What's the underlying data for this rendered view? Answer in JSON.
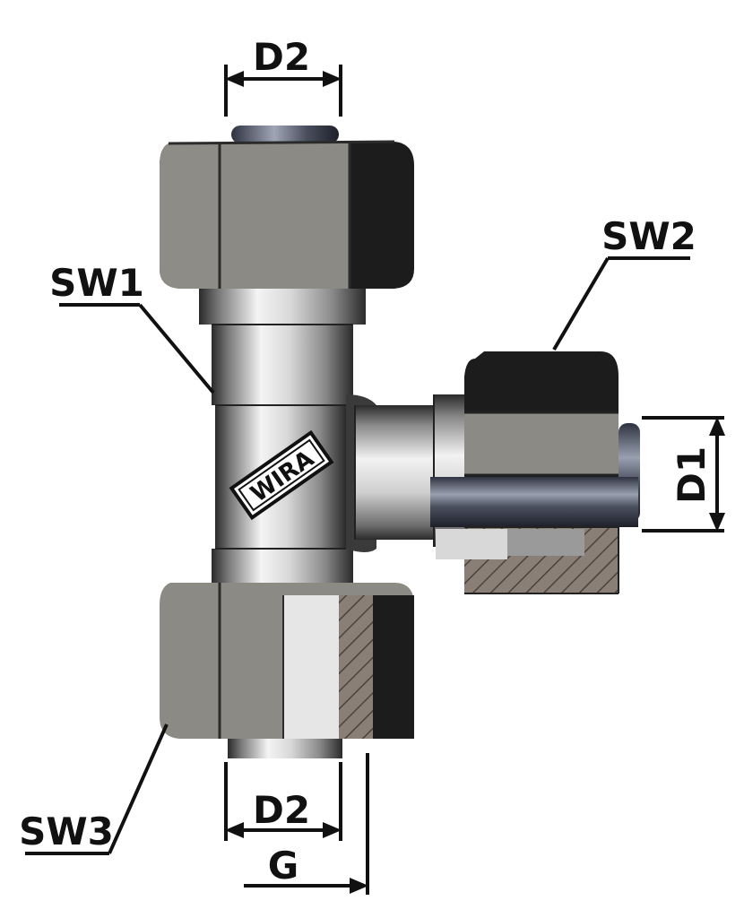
{
  "labels": {
    "d2_top": "D2",
    "d2_bottom": "D2",
    "sw1": "SW1",
    "sw2": "SW2",
    "sw3": "SW3",
    "d1": "D1",
    "g": "G"
  },
  "logo": "WIRA",
  "colors": {
    "nut": "#8b8a84",
    "nut_dark": "#1c1c1c",
    "steel_light": "#e8e8e8",
    "steel_dark": "#3a3a3a",
    "tube": "#5a5f6e",
    "section_hatch": "#6d625a",
    "line": "#111111"
  }
}
